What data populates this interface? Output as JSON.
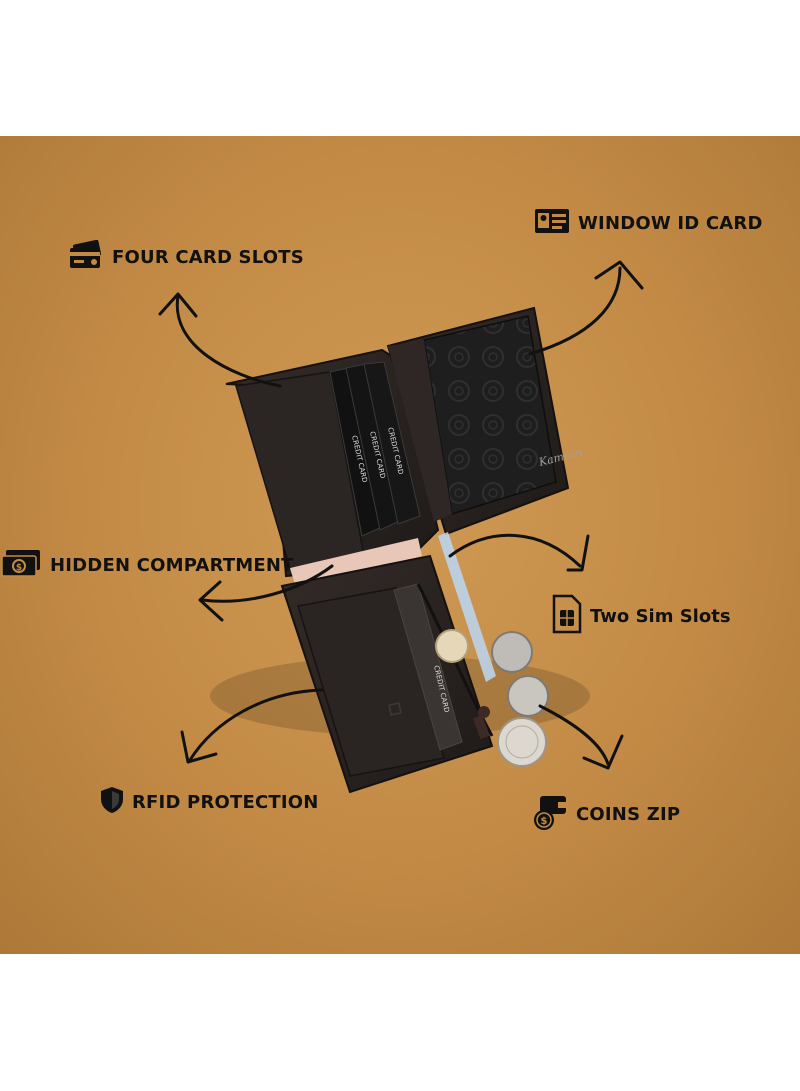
{
  "features": {
    "four_card_slots": "FOUR CARD SLOTS",
    "window_id_card": "WINDOW ID CARD",
    "hidden_compartment": "HIDDEN COMPARTMENT",
    "two_sim_slots": "Two Sim Slots",
    "rfid_protection": "RFID PROTECTION",
    "coins_zip": "COINS ZIP"
  },
  "wallet": {
    "card_text": "CREDIT CARD",
    "brand_logo": "Kamran"
  },
  "colors": {
    "background": "#c28a45",
    "leather": "#2a2422",
    "ink": "#111111"
  },
  "icons": [
    "card-icon",
    "id-card-icon",
    "cash-icon",
    "sim-icon",
    "shield-icon",
    "wallet-coin-icon"
  ]
}
